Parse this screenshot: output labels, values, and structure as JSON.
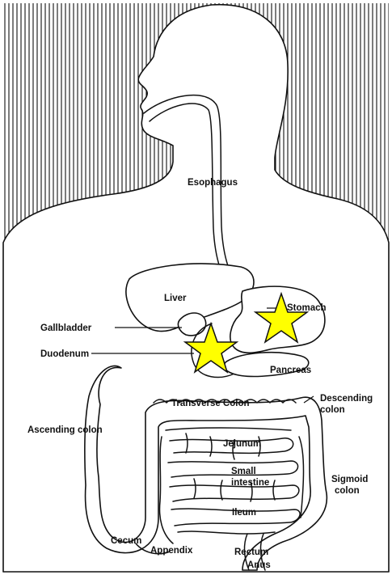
{
  "labels": {
    "esophagus": "Esophagus",
    "liver": "Liver",
    "stomach": "Stomach",
    "gallbladder": "Gallbladder",
    "duodenum": "Duodenum",
    "pancreas": "Pancreas",
    "transverse_colon": "Transverse Colon",
    "descending_colon_1": "Descending",
    "descending_colon_2": "colon",
    "ascending_colon": "Ascending colon",
    "jejunum": "Jejunum",
    "small_intestine_1": "Small",
    "small_intestine_2": "intestine",
    "sigmoid_colon_1": "Sigmoid",
    "sigmoid_colon_2": "colon",
    "ileum": "Ileum",
    "cecum": "Cecum",
    "appendix": "Appendix",
    "rectum": "Rectum",
    "anus": "Anus"
  },
  "markers": {
    "star_color": "#ffff00",
    "star_outline": "#111111",
    "count": 2
  },
  "colors": {
    "line": "#111111",
    "background": "#ffffff"
  }
}
